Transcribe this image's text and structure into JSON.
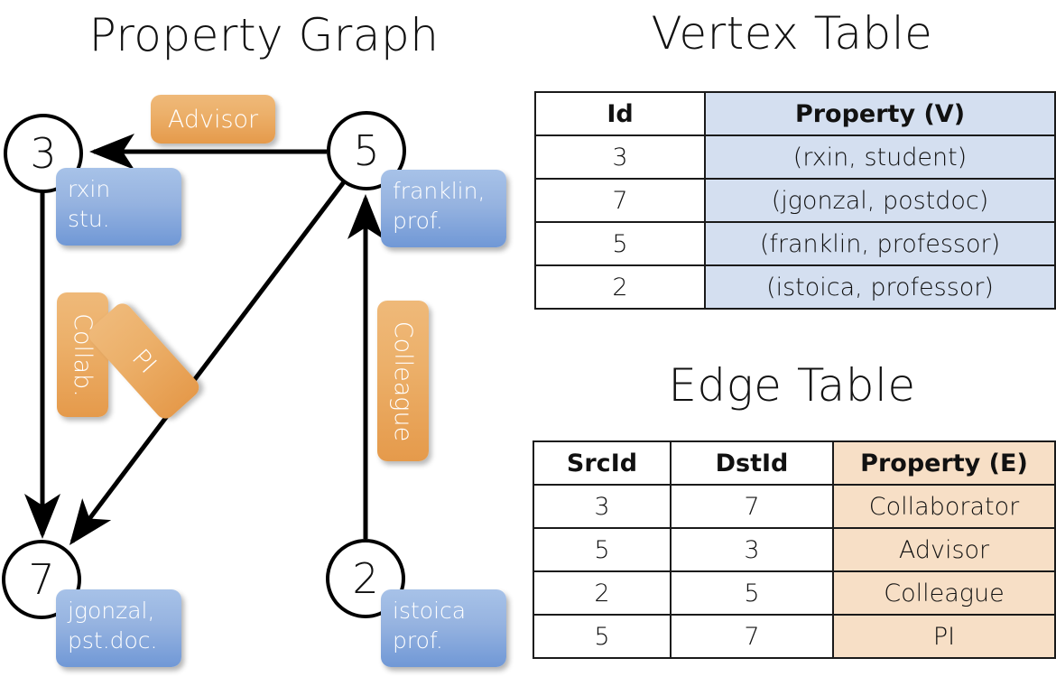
{
  "titles": {
    "property_graph": "Property Graph",
    "vertex_table": "Vertex Table",
    "edge_table": "Edge Table"
  },
  "graph": {
    "nodes": [
      {
        "id": "3",
        "prop_line1": "rxin",
        "prop_line2": "stu."
      },
      {
        "id": "5",
        "prop_line1": "franklin,",
        "prop_line2": "prof."
      },
      {
        "id": "7",
        "prop_line1": "jgonzal,",
        "prop_line2": "pst.doc."
      },
      {
        "id": "2",
        "prop_line1": "istoica",
        "prop_line2": "prof."
      }
    ],
    "edge_labels": [
      {
        "name": "advisor",
        "text": "Advisor"
      },
      {
        "name": "collab",
        "text": "Collab."
      },
      {
        "name": "pi",
        "text": "PI"
      },
      {
        "name": "colleague",
        "text": "Colleague"
      }
    ],
    "edges": [
      {
        "from": "5",
        "to": "3",
        "label": "Advisor"
      },
      {
        "from": "3",
        "to": "7",
        "label": "Collab."
      },
      {
        "from": "5",
        "to": "7",
        "label": "PI"
      },
      {
        "from": "2",
        "to": "5",
        "label": "Colleague"
      }
    ]
  },
  "vertex_table": {
    "columns": [
      "Id",
      "Property (V)"
    ],
    "rows": [
      {
        "id": "3",
        "property": "(rxin, student)"
      },
      {
        "id": "7",
        "property": "(jgonzal, postdoc)"
      },
      {
        "id": "5",
        "property": "(franklin, professor)"
      },
      {
        "id": "2",
        "property": "(istoica, professor)"
      }
    ]
  },
  "edge_table": {
    "columns": [
      "SrcId",
      "DstId",
      "Property (E)"
    ],
    "rows": [
      {
        "src": "3",
        "dst": "7",
        "property": "Collaborator"
      },
      {
        "src": "5",
        "dst": "3",
        "property": "Advisor"
      },
      {
        "src": "2",
        "dst": "5",
        "property": "Colleague"
      },
      {
        "src": "5",
        "dst": "7",
        "property": "PI"
      }
    ]
  },
  "colors": {
    "vertex_prop_fill": "#d4dff0",
    "edge_prop_fill": "#f7dfc6",
    "node_badge_blue": "#96b3e0",
    "edge_badge_orange": "#ecb06a",
    "stroke": "#000000"
  }
}
